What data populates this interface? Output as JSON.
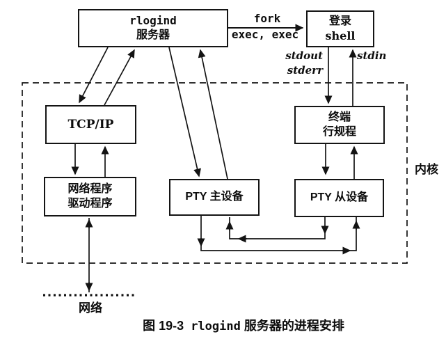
{
  "figure": {
    "type": "block-diagram",
    "caption": {
      "fig_no": "图 19-3",
      "code": "rlogind",
      "rest": "服务器的进程安排"
    }
  },
  "boxes": {
    "rlogind": {
      "line1": "rlogind",
      "line2": "服务器"
    },
    "login_shell": {
      "line1": "登录",
      "line2": "shell"
    },
    "tcpip": {
      "line1": "TCP/IP"
    },
    "net_driver": {
      "line1": "网络程序",
      "line2": "驱动程序"
    },
    "pty_master": {
      "line1": "PTY 主设备"
    },
    "line_discipline": {
      "line1": "终端",
      "line2": "行规程"
    },
    "pty_slave": {
      "line1": "PTY 从设备"
    }
  },
  "labels": {
    "fork": "fork",
    "exec": "exec, exec",
    "stdout": "stdout",
    "stderr": "stderr",
    "stdin": "stdin",
    "kernel": "内核",
    "network": "网络"
  },
  "colors": {
    "ink": "#141414",
    "background": "#ffffff"
  }
}
